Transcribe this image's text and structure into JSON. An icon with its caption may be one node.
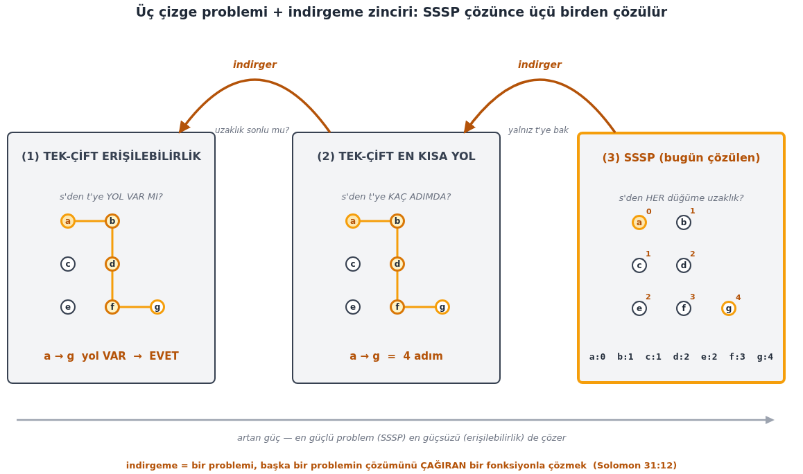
{
  "diagram": {
    "title": "Üç çizge problemi + indirgeme zinciri: SSSP çözünce üçü birden çözülür",
    "nodes": [
      {
        "text": [
          "(1) TEK-ÇİFT ERİŞİLEBİLİRLİK",
          "s'den t'ye YOL VAR MI?",
          "a → g  yol VAR  →  EVET"
        ]
      },
      {
        "text": [
          "a"
        ],
        "in": 0
      },
      {
        "text": [
          "b"
        ],
        "in": 0
      },
      {
        "text": [
          "c"
        ],
        "in": 0
      },
      {
        "text": [
          "d"
        ],
        "in": 0
      },
      {
        "text": [
          "e"
        ],
        "in": 0
      },
      {
        "text": [
          "f"
        ],
        "in": 0
      },
      {
        "text": [
          "g"
        ],
        "in": 0
      },
      {
        "text": [
          "(2) TEK-ÇİFT EN KISA YOL",
          "s'den t'ye KAÇ ADIMDA?",
          "a → g  =  4 adım"
        ]
      },
      {
        "text": [
          "a"
        ],
        "in": 8
      },
      {
        "text": [
          "b"
        ],
        "in": 8
      },
      {
        "text": [
          "c"
        ],
        "in": 8
      },
      {
        "text": [
          "d"
        ],
        "in": 8
      },
      {
        "text": [
          "e"
        ],
        "in": 8
      },
      {
        "text": [
          "f"
        ],
        "in": 8
      },
      {
        "text": [
          "g"
        ],
        "in": 8
      },
      {
        "text": [
          "(3) SSSP (bugün çözülen)",
          "s'den HER düğüme uzaklık?",
          "a:0 b:1 c:1 d:2 e:2 f:3 g:4"
        ]
      },
      {
        "text": [
          "a"
        ],
        "in": 16,
        "beside": [
          "0"
        ]
      },
      {
        "text": [
          "b"
        ],
        "in": 16,
        "beside": [
          "1"
        ]
      },
      {
        "text": [
          "c"
        ],
        "in": 16,
        "beside": [
          "1"
        ]
      },
      {
        "text": [
          "d"
        ],
        "in": 16,
        "beside": [
          "2"
        ]
      },
      {
        "text": [
          "e"
        ],
        "in": 16,
        "beside": [
          "2"
        ]
      },
      {
        "text": [
          "f"
        ],
        "in": 16,
        "beside": [
          "3"
        ]
      },
      {
        "text": [
          "g"
        ],
        "in": 16,
        "beside": [
          "4"
        ]
      }
    ],
    "edges": [
      {
        "from": 1,
        "to": 2,
        "arrow": "none"
      },
      {
        "from": 2,
        "to": 4,
        "arrow": "none"
      },
      {
        "from": 4,
        "to": 6,
        "arrow": "none"
      },
      {
        "from": 6,
        "to": 7,
        "arrow": "none"
      },
      {
        "from": 9,
        "to": 10,
        "arrow": "none"
      },
      {
        "from": 10,
        "to": 12,
        "arrow": "none"
      },
      {
        "from": 12,
        "to": 14,
        "arrow": "none"
      },
      {
        "from": 14,
        "to": 15,
        "arrow": "none"
      },
      {
        "from": 8,
        "to": 0,
        "arrow": "to",
        "label": "indirger",
        "color": "#b45309"
      },
      {
        "from": 16,
        "to": 8,
        "arrow": "to",
        "label": "indirger",
        "color": "#b45309"
      }
    ],
    "labels": [
      "uzaklık sonlu mu?",
      "yalnız t'ye bak",
      "artan güç — en güçlü problem (SSSP) en güçsüzü (erişilebilirlik) de çözer",
      "indirgeme = bir problemi, başka bir problemin çözümünü ÇAĞIRAN bir fonksiyonla çözmek  (Solomon 31:12)"
    ]
  }
}
